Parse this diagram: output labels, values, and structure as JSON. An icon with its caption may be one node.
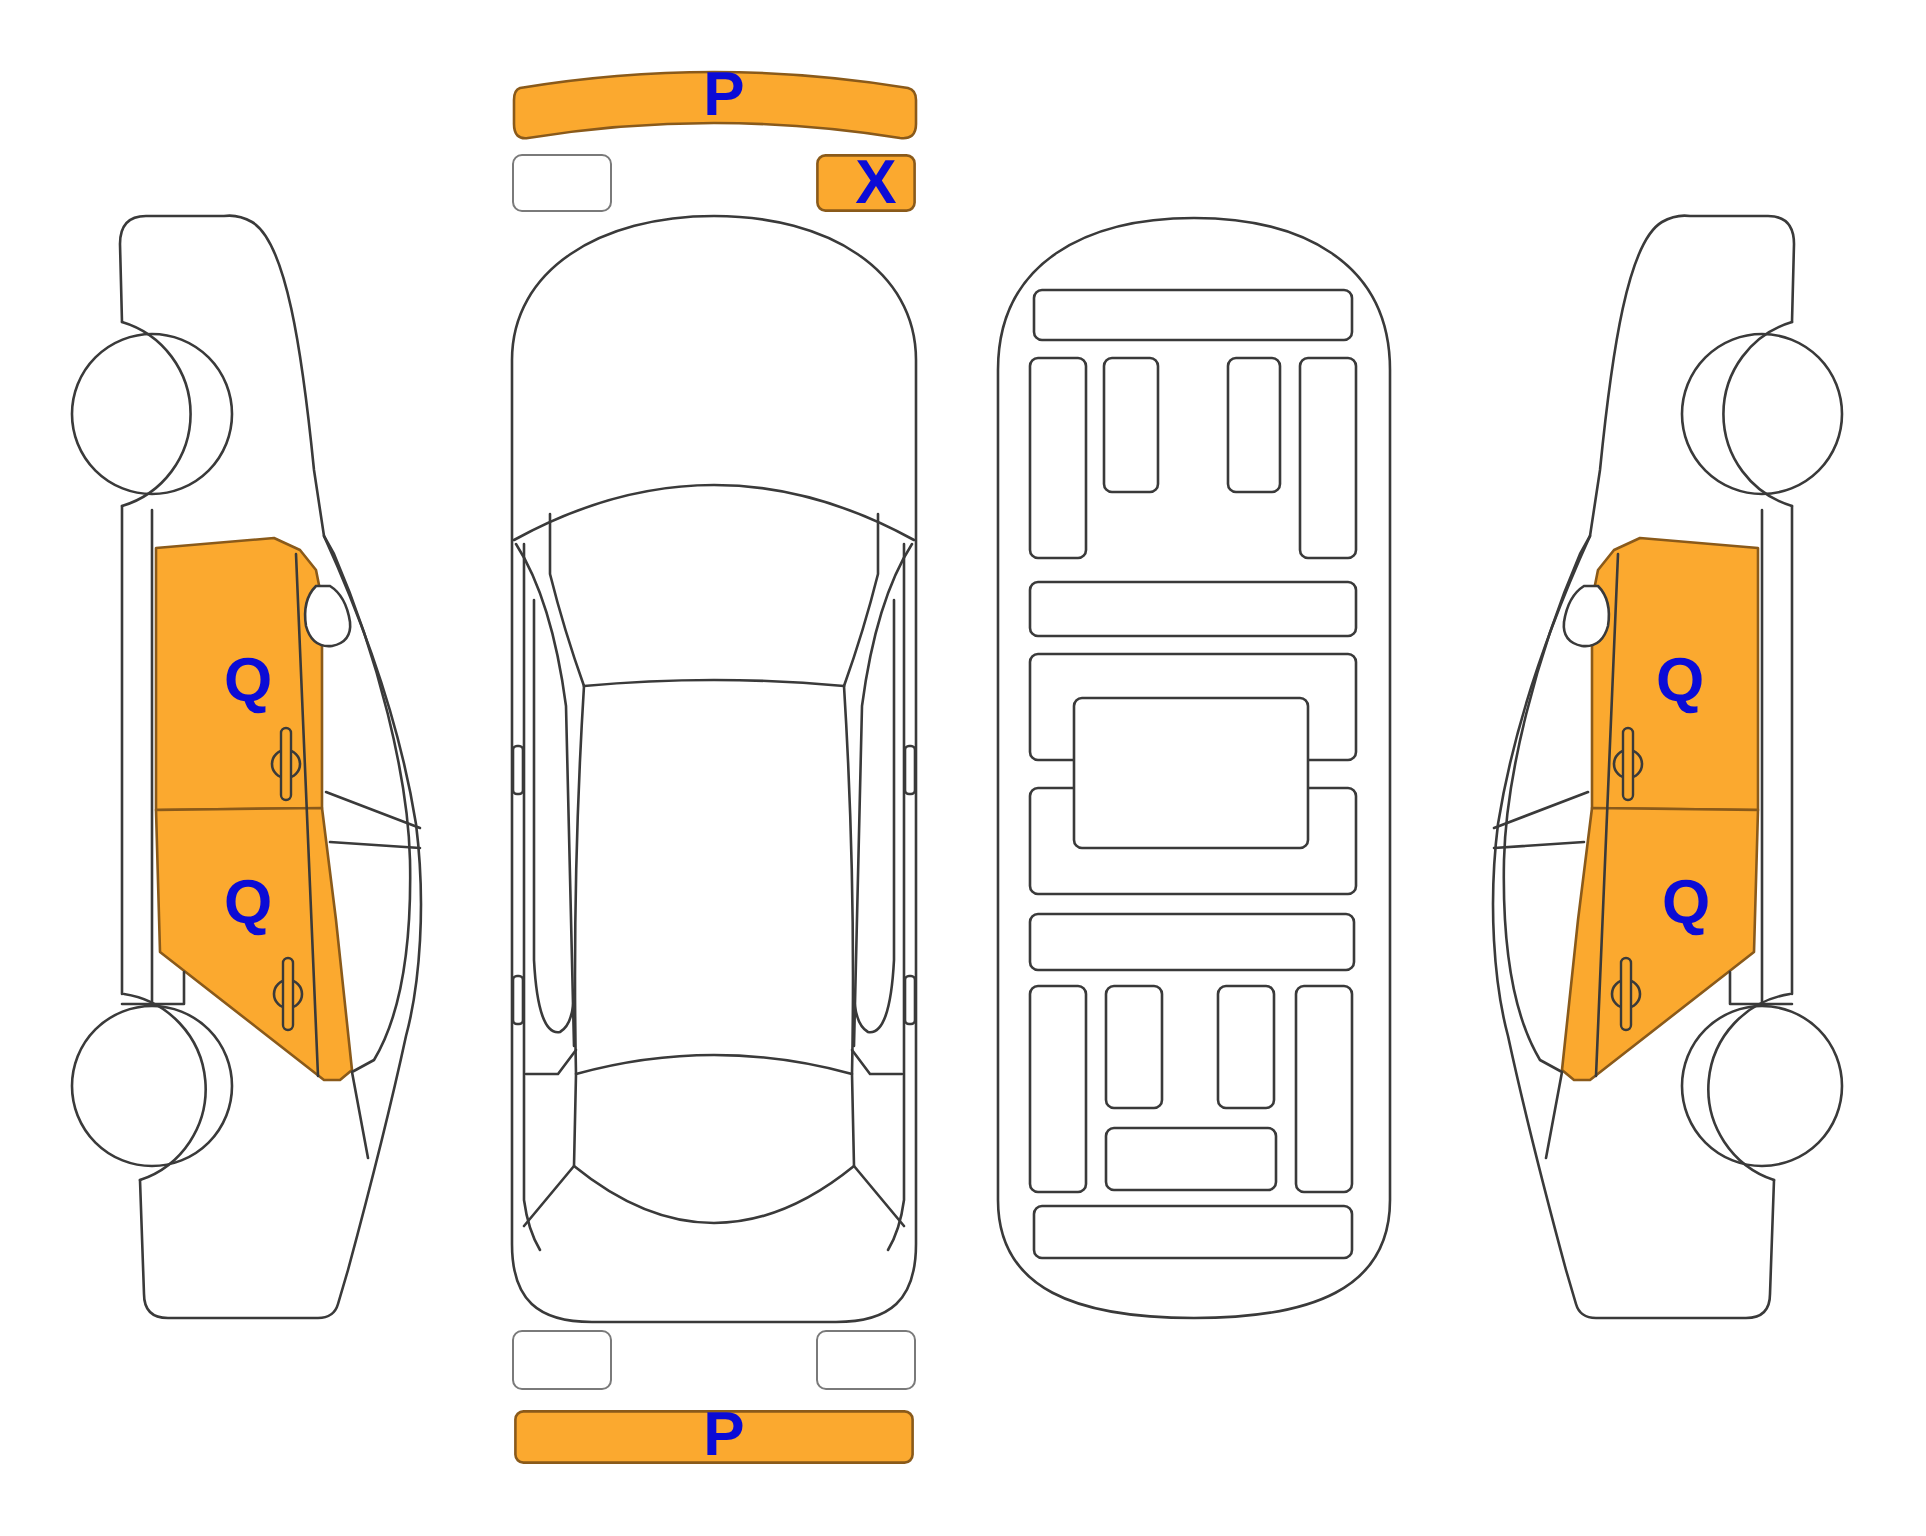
{
  "diagram": {
    "nodes": [
      {
        "text": [
          "P"
        ]
      },
      {
        "text": [],
        "shape": "box"
      },
      {
        "text": [
          "X"
        ]
      },
      {
        "text": [
          "Q"
        ]
      },
      {
        "text": [
          "Q"
        ]
      },
      {
        "text": [
          "Q"
        ]
      },
      {
        "text": [
          "Q"
        ]
      },
      {
        "text": [],
        "shape": "box"
      },
      {
        "text": [],
        "shape": "box"
      },
      {
        "text": [
          "P"
        ]
      }
    ]
  }
}
